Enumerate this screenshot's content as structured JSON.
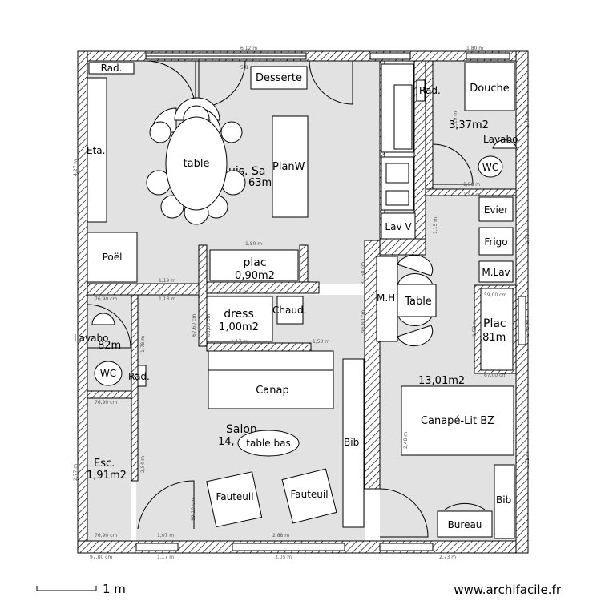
{
  "rooms": {
    "cuisine_main": "uis. Sa",
    "cuisine_area": "63m",
    "placard_top": "plac",
    "placard_top_area": "0,90m2",
    "dressing": "dress",
    "dressing_area": "1,00m2",
    "chauffe": "Chaud.",
    "douche_area": "3,37m2",
    "wc_left_area": "82m",
    "salon": "Salon",
    "salon_area": "14,",
    "escalier": "Esc.",
    "escalier_area": "1,91m2",
    "chambre_area": "13,01m2",
    "placard_right": "Plac",
    "placard_right_area": ",81m"
  },
  "furniture": {
    "rad_top": "Rad.",
    "desserte": "Desserte",
    "table_kitchen": "table",
    "planw": "PlanW",
    "etag": "Eta.",
    "poele": "Poël",
    "rad_mid": "Rad.",
    "douche": "Douche",
    "lavabo_top": "Lavabo",
    "wc_top": "WC",
    "lav_v": "Lav V",
    "evier": "Evier",
    "frigo": "Frigo",
    "m_lav": "M.Lav",
    "m_h": "M.H",
    "table_right": "Table",
    "lavabo_left": "Lavabo",
    "wc_left": "WC",
    "rad_left": "Rad.",
    "canap": "Canap",
    "table_bas": "table bas",
    "bib": "Bib",
    "fauteuil_1": "Fauteuil",
    "fauteuil_2": "Fauteuil",
    "canape_lit": "Canapé-Lit BZ",
    "bib_right": "Bib",
    "bureau": "Bureau"
  },
  "dimensions": {
    "top_6_12": "6,12 m",
    "top_1_80": "1,80 m",
    "top_5_8": "5,8",
    "left_4_27": "4,27 m",
    "left_2_77": "2,77 m",
    "right_2_48": "2,48 m",
    "right_1_78": "1,78 m",
    "right_1_45": "1,45 m",
    "right_3_22": "3,22 m",
    "d_1_19": "1,19 m",
    "d_1_13": "1,13 m",
    "d_1_80": "1,80 m",
    "d_1_17a": "1,17 m",
    "d_1_17b": "1,17 m",
    "d_1_53": "1,53 m",
    "d_1_78": "1,78 m",
    "d_2_54": "2,54 m",
    "d_2_19": "2,19 m",
    "d_1_58": "1,58 m",
    "d_1_54": "1,54 m",
    "d_1_15": "1,15 m",
    "d_2_48": "2,48 m",
    "d_81_60": "81,60 cm",
    "d_96_80": "96,80 cm",
    "d_59_00": "59,00 cm",
    "d_67_00": "67,00 cm",
    "d_1_53r": "1,53 m",
    "d_76_90a": "76,90 cm",
    "d_76_90b": "76,90 cm",
    "d_76_90c": "76,90 cm",
    "d_1_07": "1,07 m",
    "d_2_88": "2,88 m",
    "bot_97_80": "97,80 cm",
    "bot_1_17": "1,17 m",
    "bot_3_05": "3,05 m",
    "bot_2_73": "2,73 m",
    "d_89_10": "89,10 cm",
    "d_67_60": "67,60 cm",
    "d_85_60": "85,60 cm"
  },
  "scale": {
    "label": "1 m"
  },
  "watermark": {
    "text": "www.archifacile.fr"
  }
}
